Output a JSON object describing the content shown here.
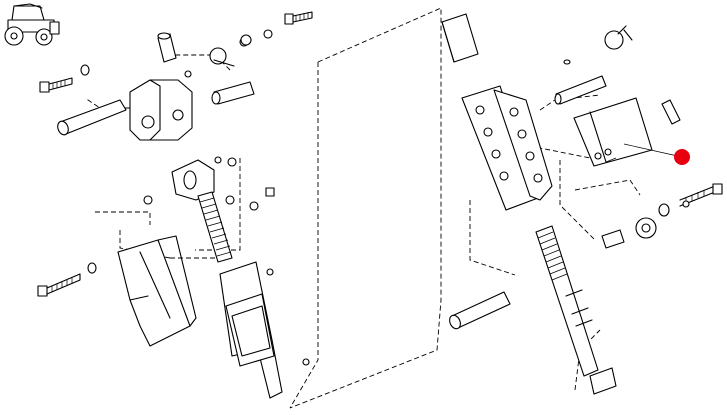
{
  "diagram": {
    "view": "exploded",
    "icon": "tractor-icon",
    "colors": {
      "line": "#000000",
      "background": "#ffffff",
      "hotspot": "#e8000f"
    },
    "hotspot": {
      "shape": "dot",
      "state": "highlighted"
    }
  }
}
